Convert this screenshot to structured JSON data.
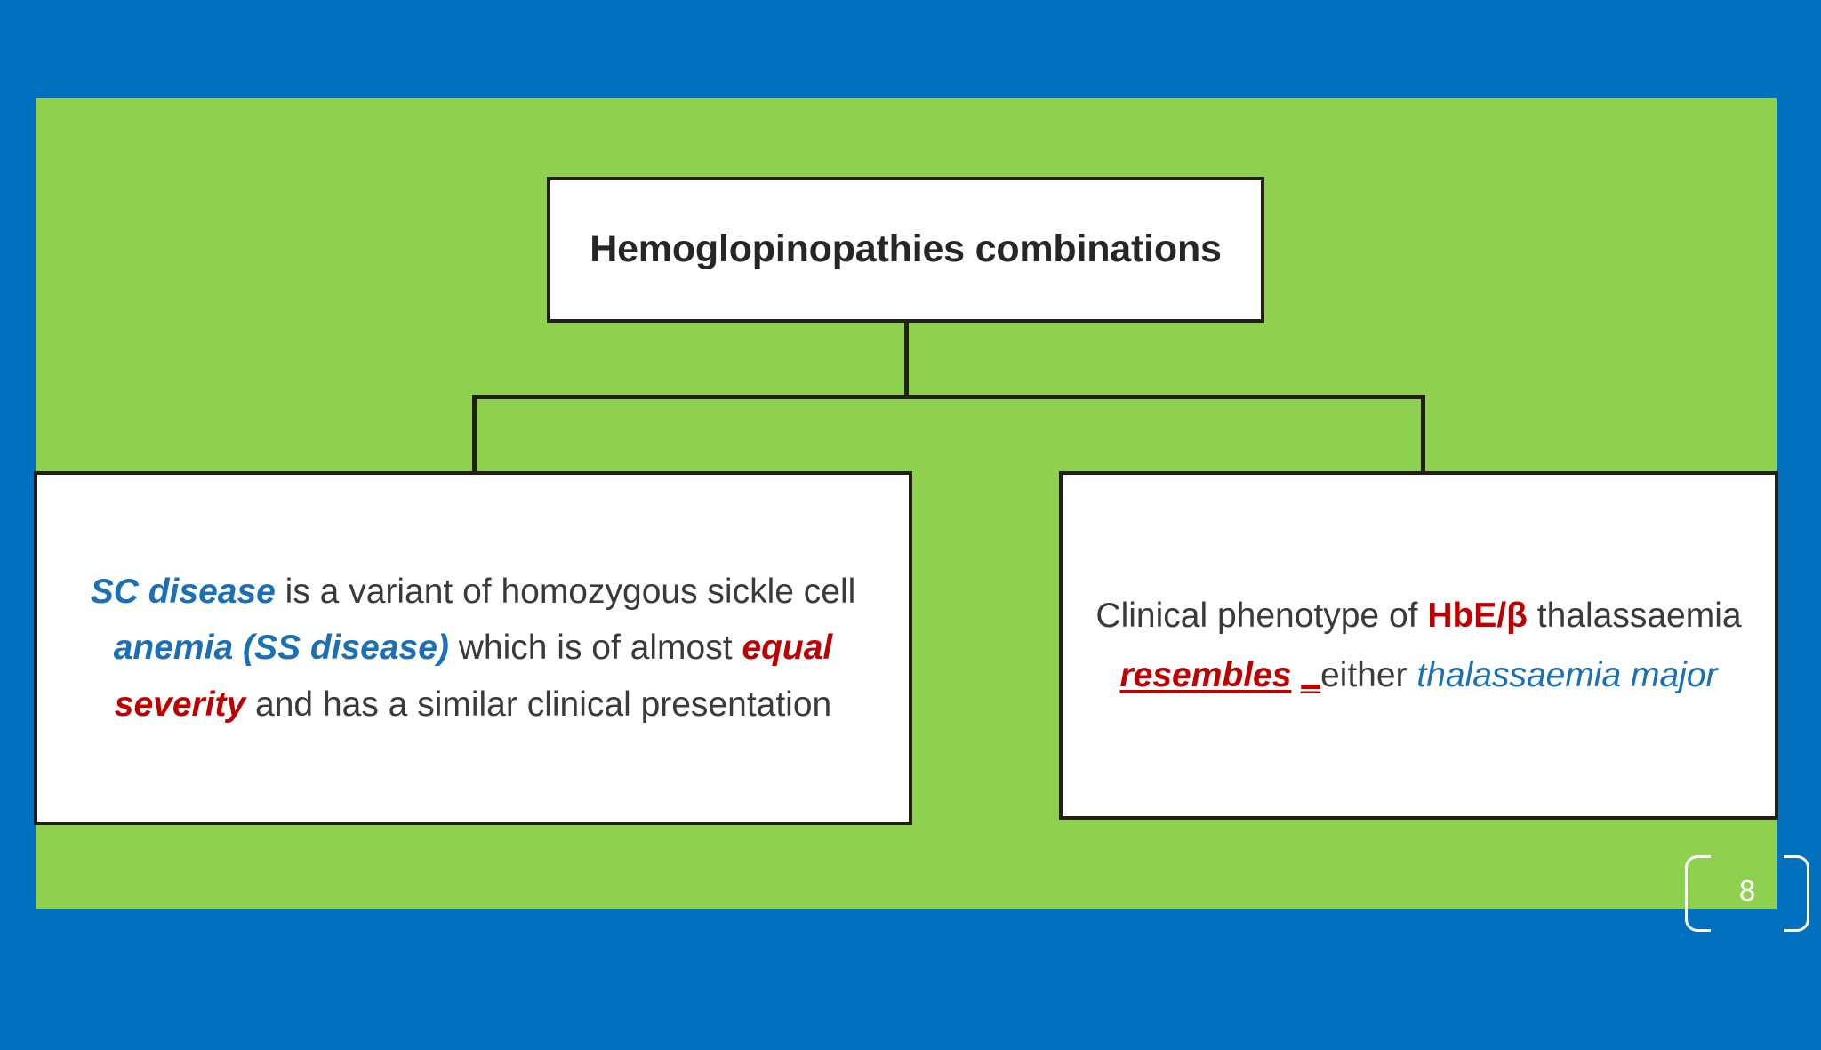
{
  "slide": {
    "page_number": "8",
    "background_color": "#0070bf",
    "panel_color": "#8dd14f"
  },
  "diagram": {
    "title_node": {
      "label": "Hemoglopinopathies combinations"
    },
    "left_node": {
      "runs": [
        {
          "text": "SC disease",
          "style": "bold-italic-blue"
        },
        {
          "text": " is a variant of homozygous sickle cell ",
          "style": "plain"
        },
        {
          "text": "anemia (SS disease)",
          "style": "bold-italic-blue"
        },
        {
          "text": " which is of almost ",
          "style": "plain"
        },
        {
          "text": "equal severity",
          "style": "bold-italic-red"
        },
        {
          "text": " and has a similar clinical presentation",
          "style": "plain"
        }
      ],
      "plain_text": "SC disease is a variant of homozygous sickle cell anemia (SS disease) which is of almost equal severity and has a similar clinical presentation"
    },
    "right_node": {
      "runs": [
        {
          "text": "Clinical phenotype of ",
          "style": "plain"
        },
        {
          "text": "HbE/β",
          "style": "bold-red"
        },
        {
          "text": " thalassaemia ",
          "style": "plain"
        },
        {
          "text": "resembles",
          "style": "bold-italic-red-underline"
        },
        {
          "text": " ",
          "style": "plain"
        },
        {
          "text": "_",
          "style": "stray-red-mark"
        },
        {
          "text": "either ",
          "style": "plain"
        },
        {
          "text": "thalassaemia major",
          "style": "italic-blue"
        }
      ],
      "plain_text": "Clinical phenotype of HbE/β thalassaemia resembles either thalassaemia major"
    }
  },
  "colors": {
    "background_blue": "#0070bf",
    "panel_green": "#8dd14f",
    "box_border": "#231f16",
    "box_fill": "#ffffff",
    "accent_blue": "#1a6fb5",
    "accent_red": "#c00000",
    "body_text": "#3a3a3a",
    "title_text": "#262626"
  }
}
